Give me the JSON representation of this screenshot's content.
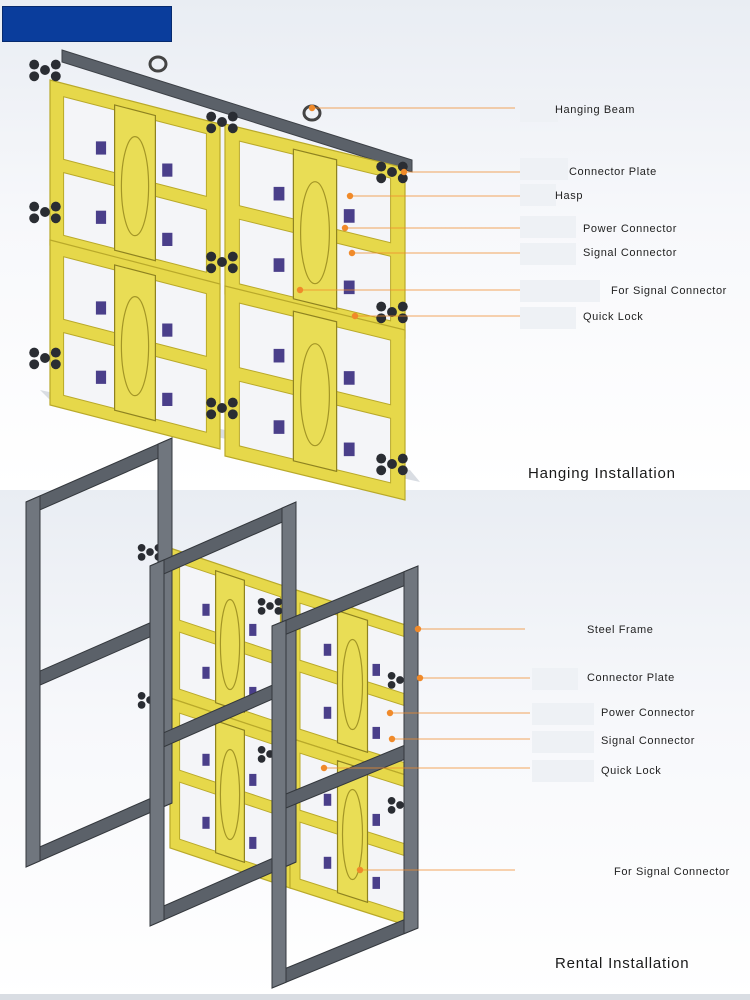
{
  "diagrams": [
    {
      "caption": "Hanging Installation",
      "callouts": [
        "Hanging Beam",
        "Connector Plate",
        "Hasp",
        "Power Connector",
        "Signal Connector",
        "For Signal Connector",
        "Quick Lock"
      ]
    },
    {
      "caption": "Rental Installation",
      "callouts": [
        "Steel Frame",
        "Connector Plate",
        "Power Connector",
        "Signal Connector",
        "Quick Lock",
        "For Signal Connector"
      ]
    }
  ],
  "colors": {
    "cabinet_yellow": "#e6d84a",
    "cabinet_shadow": "#b9a92a",
    "steel_gray": "#5b6169",
    "lock_black": "#2a2d33",
    "connector_purple": "#4a3f8a",
    "leader_orange": "#f08a2a",
    "badge_blue": "#0a3d9c"
  }
}
